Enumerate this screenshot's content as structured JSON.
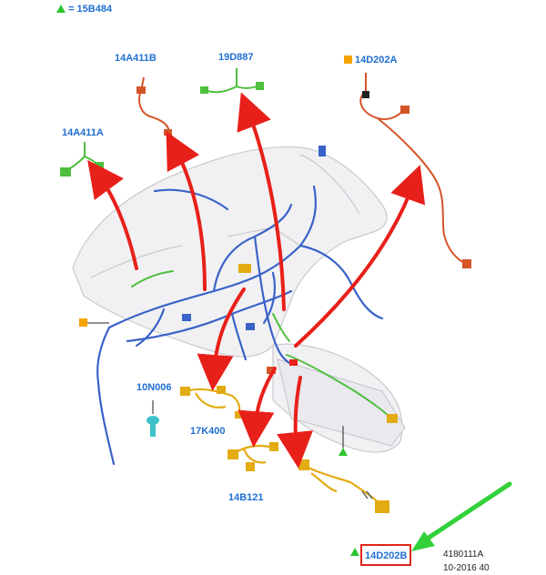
{
  "legend": {
    "eq_text": "= 15B484",
    "marker_color": "#2ec52e"
  },
  "callouts": {
    "c_14A411B": "14A411B",
    "c_19D887": "19D887",
    "c_14D202A": "14D202A",
    "c_14A411A": "14A411A",
    "c_10N006": "10N006",
    "c_17K400": "17K400",
    "c_14B121": "14B121",
    "c_14D202B": "14D202B"
  },
  "footer": {
    "ref_number": "4180111A",
    "date_code": "10-2016 40"
  },
  "colors": {
    "label_blue": "#1f6fd1",
    "arrow_red": "#e8201a",
    "arrow_green": "#32d13a",
    "harness_blue": "#3a63c8",
    "harness_green": "#4fbf3f",
    "harness_orange": "#d5552a",
    "harness_yellow": "#e3ab12",
    "square_marker": "#f5a300",
    "highlight_box": "#e0261b"
  }
}
